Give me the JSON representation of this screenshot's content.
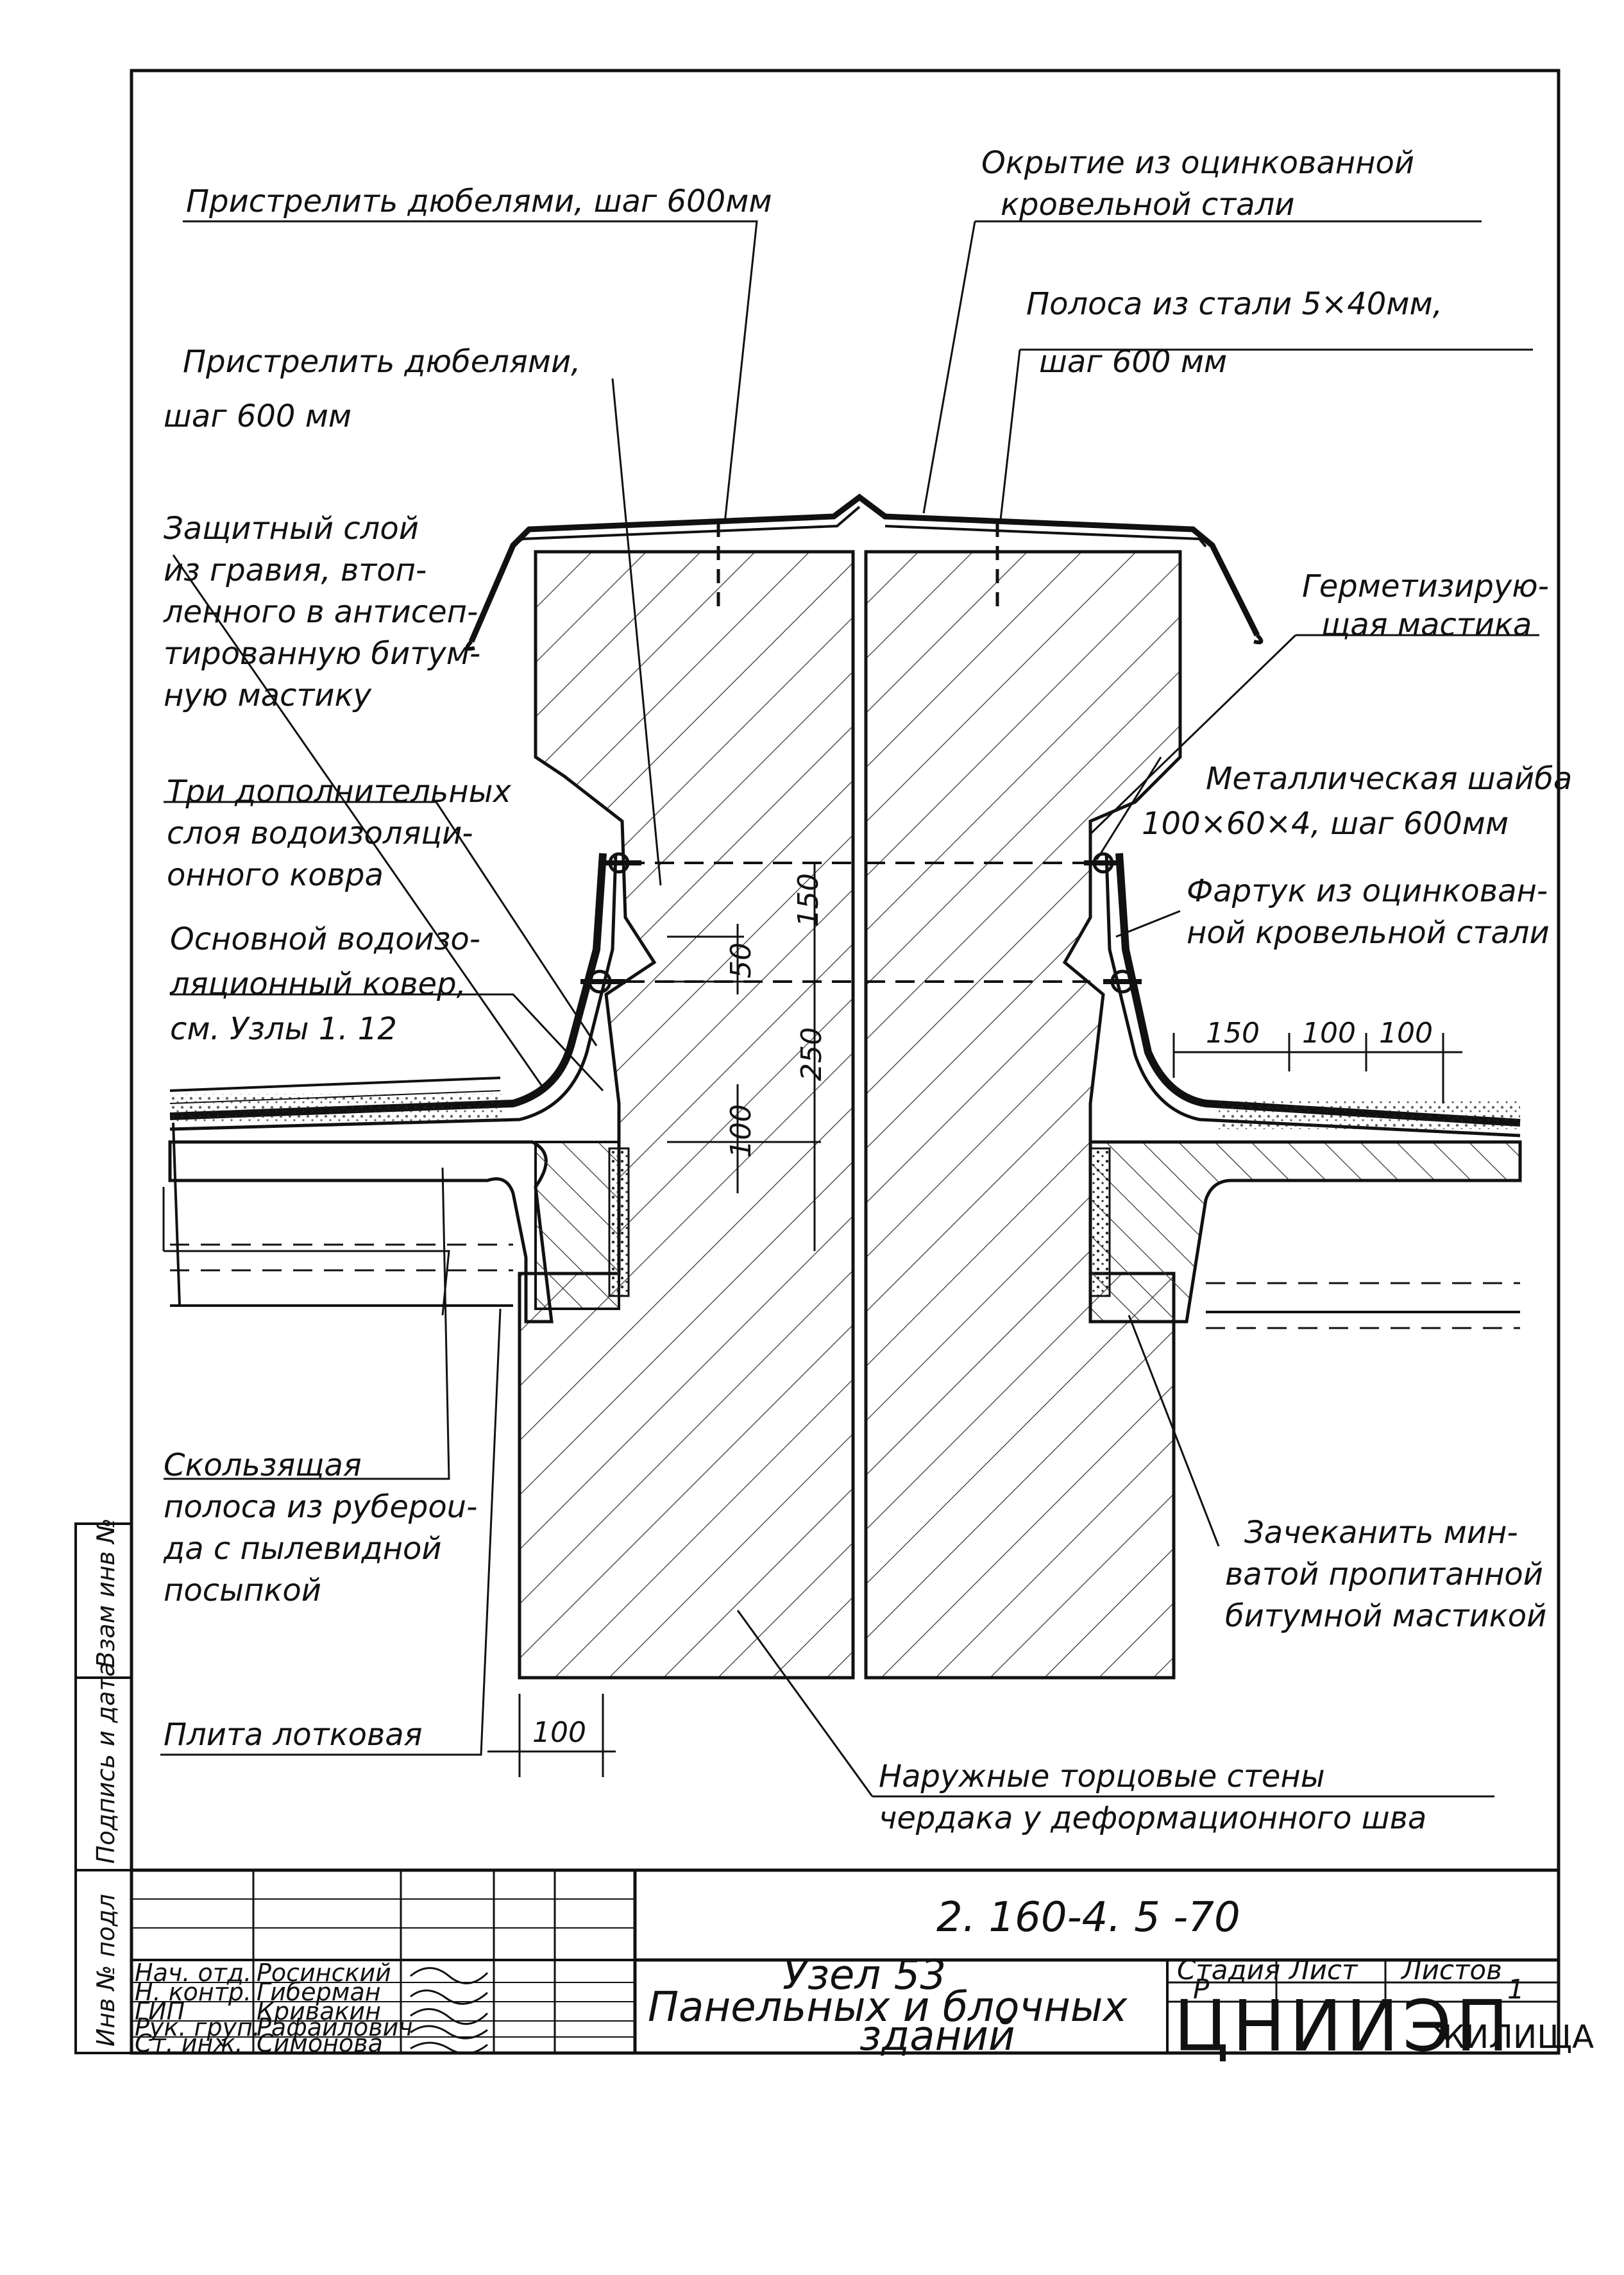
{
  "labels": {
    "dowel_top": "Пристрелить дюбелями, шаг 600мм",
    "cap_1": "Окрытие из оцинкованной",
    "cap_2": "кровельной стали",
    "strip_1": "Полоса из стали 5×40мм,",
    "strip_2": "шаг 600 мм",
    "dowel2_1": "Пристрелить дюбелями,",
    "dowel2_2": "шаг 600 мм",
    "gravel_1": "Защитный слой",
    "gravel_2": "из гравия, втоп-",
    "gravel_3": "ленного в антисеп-",
    "gravel_4": "тированную битум-",
    "gravel_5": "ную мастику",
    "sealant_1": "Герметизирую-",
    "sealant_2": "щая мастика",
    "washer_1": "Металлическая шайба",
    "washer_2": "100×60×4, шаг 600мм",
    "extra_1": "Три дополнительных",
    "extra_2": "слоя водоизоляци-",
    "extra_3": "онного ковра",
    "apron_1": "Фартук из оцинкован-",
    "apron_2": "ной кровельной стали",
    "main_1": "Основной водоизо-",
    "main_2": "ляционный ковер,",
    "main_3": "см. Узлы 1. 12",
    "slide_1": "Скользящая",
    "slide_2": "полоса из рубероu-",
    "slide_3": "да с пылевидной",
    "slide_4": "посыпкой",
    "caulk_1": "Зачеканить мин-",
    "caulk_2": "ватой пропитанной",
    "caulk_3": "битумной мастикой",
    "trough": "Плита лотковая",
    "walls_1": "Наружные торцовые стены",
    "walls_2": "чердака у деформационного шва"
  },
  "dimensions": {
    "d150v": "150",
    "d50": "50",
    "d250": "250",
    "d100v": "100",
    "d150h": "150",
    "d100h1": "100",
    "d100h2": "100",
    "d100b": "100"
  },
  "side_stamp": {
    "inv_no": "Инв № подл",
    "sign_date": "Подпись и дата",
    "vzam": "Взам инв №"
  },
  "title_block": {
    "doc_code": "2. 160-4. 5 -70",
    "title_1": "Узел 53",
    "title_2": "Панельных и блочных",
    "title_3": "зданий",
    "stage_h": "Стадия",
    "sheet_h": "Лист",
    "sheets_h": "Листов",
    "stage_v": "Р",
    "sheets_v": "1",
    "org": "ЦНИИЭП",
    "org2": "ЖИЛИЩА",
    "staff": [
      {
        "role": "Нач. отд.",
        "name": "Росинский"
      },
      {
        "role": "Н. контр.",
        "name": "Гиберман"
      },
      {
        "role": "ГИП",
        "name": "Кривакин"
      },
      {
        "role": "Рук. груп.",
        "name": "Рафаилович"
      },
      {
        "role": "Ст. инж.",
        "name": "Симонова"
      }
    ]
  }
}
